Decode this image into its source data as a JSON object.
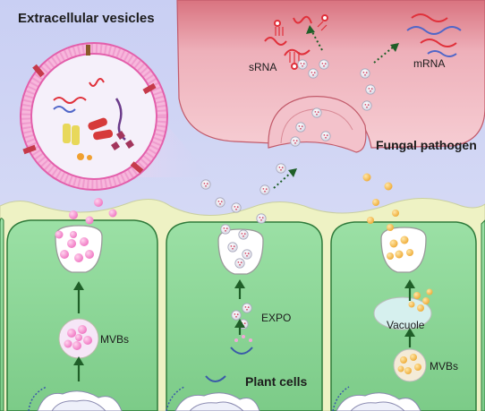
{
  "diagram": {
    "title": "Extracellular vesicles",
    "pathogen_label": "Fungal pathogen",
    "plant_label": "Plant cells",
    "srna_label": "sRNA",
    "mrna_label": "mRNA",
    "mvbs_label_left": "MVBs",
    "expo_label": "EXPO",
    "vacuole_label": "Vacuole",
    "mvbs_label_right": "MVBs"
  },
  "colors": {
    "background": "#cdd3f2",
    "pathogen_fill": "#e59aa6",
    "cell_fill": "#8fd89a",
    "cell_wall": "#f2f2c6",
    "vesicle_pink": "#f58ccc",
    "vesicle_orange": "#f5c05a",
    "rna_red": "#e0303a",
    "rna_blue": "#5066c8"
  }
}
